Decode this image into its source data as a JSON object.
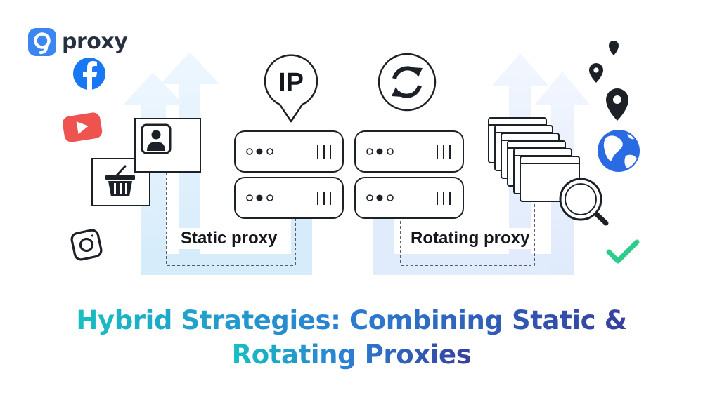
{
  "brand": {
    "name": "proxy"
  },
  "badges": {
    "ip_text": "IP"
  },
  "labels": {
    "static": "Static proxy",
    "rotating": "Rotating proxy"
  },
  "title": {
    "line1": "Hybrid Strategies: Combining Static &",
    "line2": "Rotating Proxies"
  },
  "colors": {
    "facebook": "#1877f2",
    "youtube": "#ef5350",
    "globe": "#2a6ae3",
    "check": "#2ecc8a",
    "arrow_left": "#d6ecfa",
    "arrow_right": "#e2edfb",
    "title_start": "#17bfc2",
    "title_end": "#363f9e"
  },
  "icons": {
    "brand": "proxy-logo-icon",
    "social": [
      "facebook-icon",
      "youtube-icon",
      "instagram-icon"
    ],
    "profile": "user-profile-icon",
    "shop": "shopping-basket-icon",
    "rotate": "refresh-icon",
    "search": "magnifier-icon",
    "locations": [
      "map-pin-icon",
      "map-pin-icon",
      "map-pin-icon"
    ],
    "world": "globe-icon",
    "ok": "checkmark-icon"
  }
}
